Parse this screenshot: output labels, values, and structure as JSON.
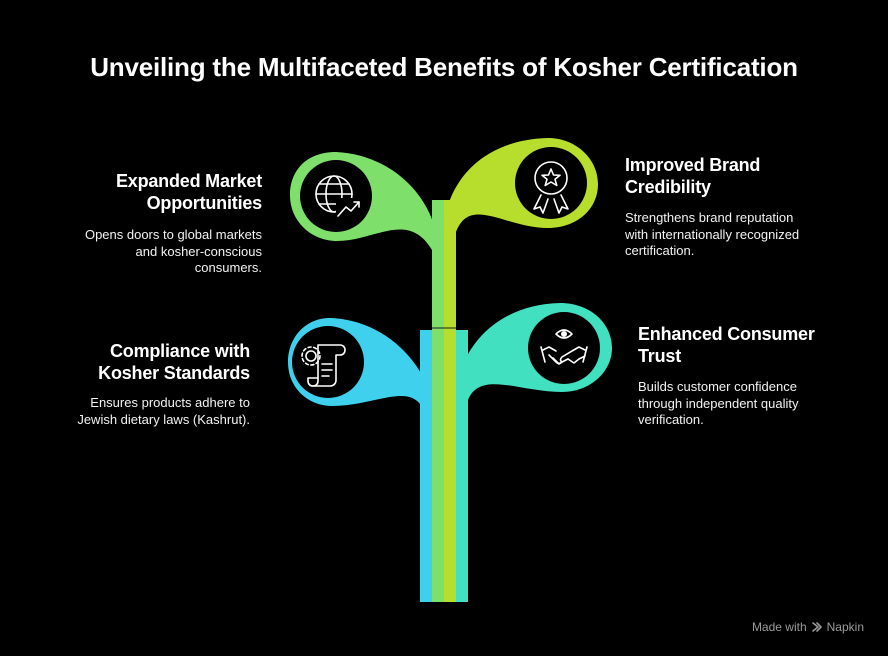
{
  "title": "Unveiling the Multifaceted Benefits of Kosher Certification",
  "colors": {
    "green_light": "#7ee06a",
    "lime": "#b7dd2d",
    "cyan": "#3fd0ee",
    "aqua": "#40e0c0",
    "background": "#000000"
  },
  "benefits": [
    {
      "heading_1": "Expanded Market",
      "heading_2": "Opportunities",
      "desc_1": "Opens doors to global markets",
      "desc_2": "and kosher-conscious",
      "desc_3": "consumers.",
      "icon": "globe-growth-icon"
    },
    {
      "heading_1": "Improved Brand",
      "heading_2": "Credibility",
      "desc_1": "Strengthens brand reputation",
      "desc_2": "with internationally recognized",
      "desc_3": "certification.",
      "icon": "award-ribbon-icon"
    },
    {
      "heading_1": "Compliance with",
      "heading_2": "Kosher Standards",
      "desc_1": "Ensures products adhere to",
      "desc_2": "Jewish dietary laws (Kashrut).",
      "icon": "certificate-scroll-icon"
    },
    {
      "heading_1": "Enhanced Consumer",
      "heading_2": "Trust",
      "desc_1": "Builds customer confidence",
      "desc_2": "through independent quality",
      "desc_3": "verification.",
      "icon": "handshake-eye-icon"
    }
  ],
  "footer": {
    "made_with": "Made with",
    "brand": "Napkin"
  }
}
